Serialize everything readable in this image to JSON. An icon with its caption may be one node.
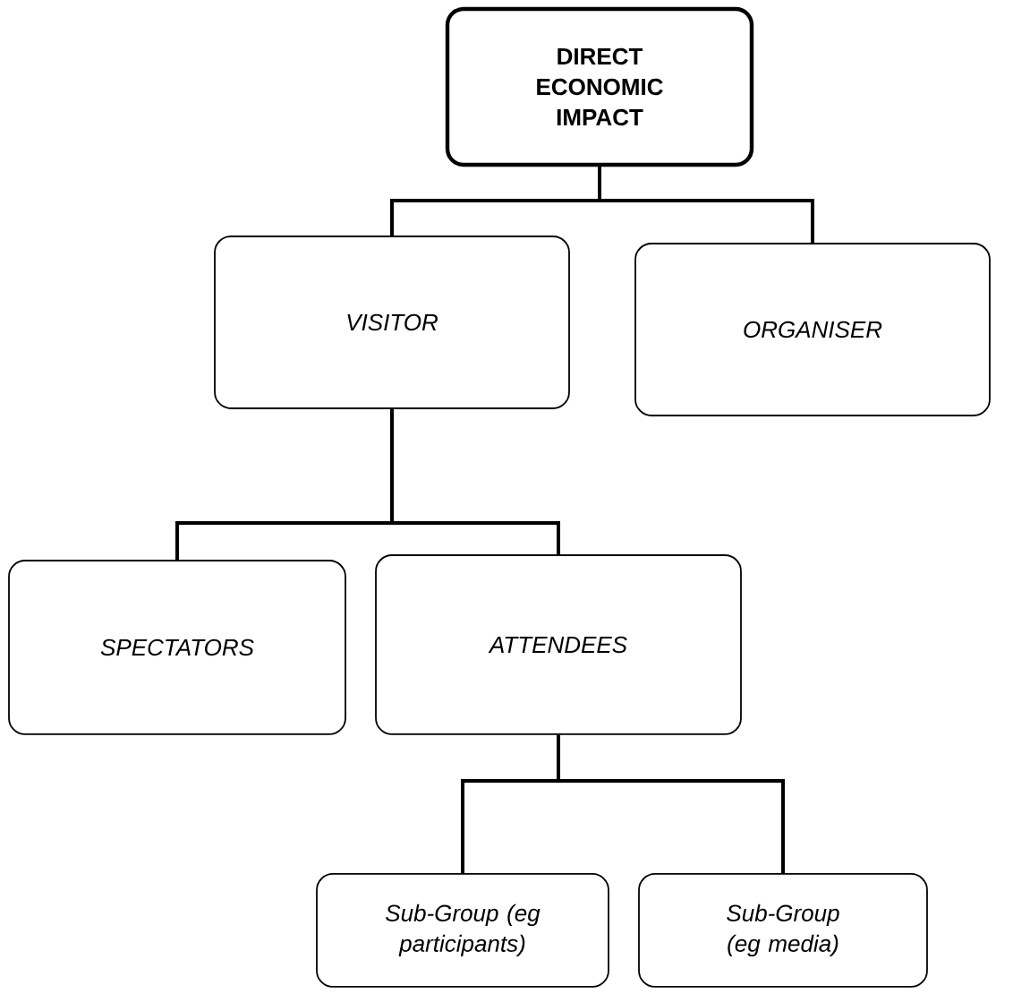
{
  "diagram": {
    "nodes": [
      {
        "text": [
          "DIRECT ECONOMIC IMPACT"
        ]
      },
      {
        "text": [
          "VISITOR"
        ]
      },
      {
        "text": [
          "ORGANISER"
        ]
      },
      {
        "text": [
          "SPECTATORS"
        ]
      },
      {
        "text": [
          "ATTENDEES"
        ]
      },
      {
        "text": [
          "Sub-Group (eg participants)"
        ]
      },
      {
        "text": [
          "Sub-Group (eg media)"
        ]
      }
    ],
    "edges": [
      {
        "from": 0,
        "to": 1,
        "arrow": "none"
      },
      {
        "from": 0,
        "to": 2,
        "arrow": "none"
      },
      {
        "from": 1,
        "to": 3,
        "arrow": "none"
      },
      {
        "from": 1,
        "to": 4,
        "arrow": "none"
      },
      {
        "from": 4,
        "to": 5,
        "arrow": "none"
      },
      {
        "from": 4,
        "to": 6,
        "arrow": "none"
      }
    ]
  }
}
